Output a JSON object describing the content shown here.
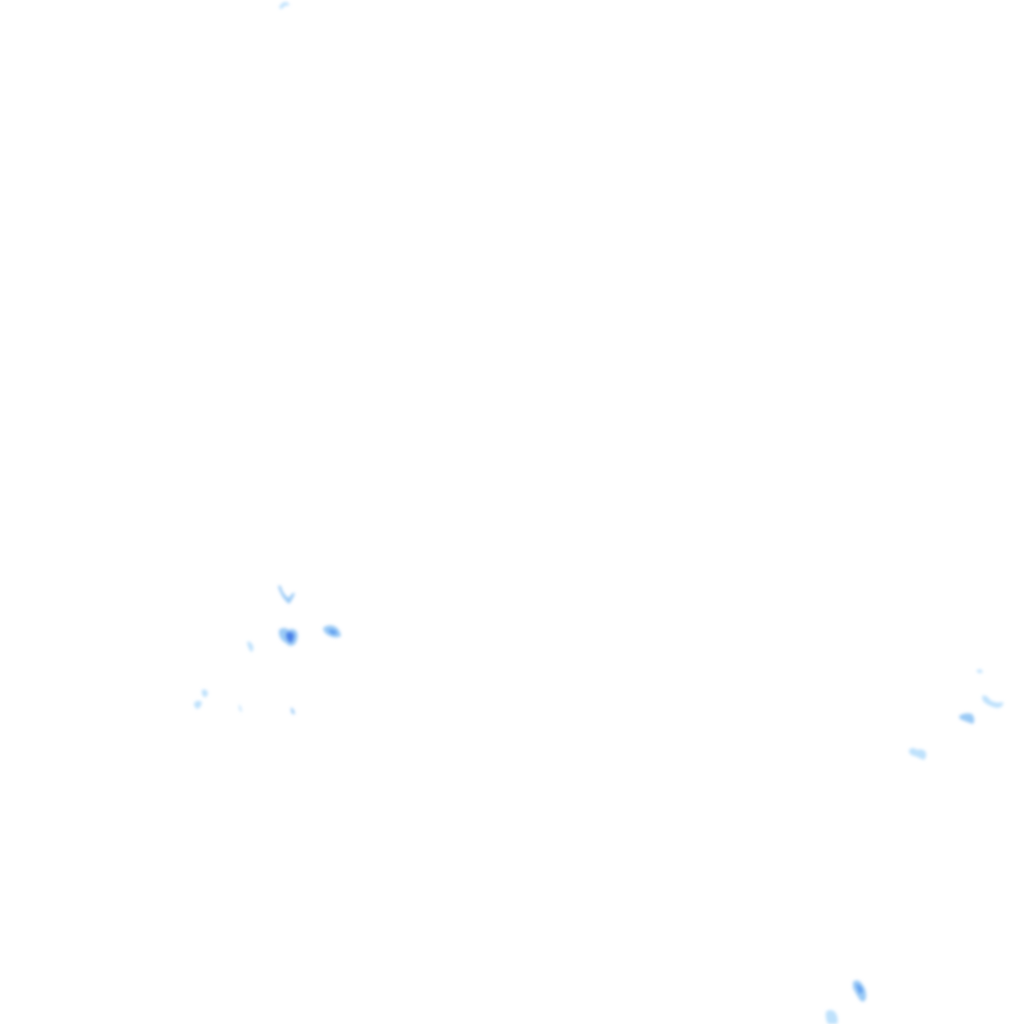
{
  "map": {
    "kind": "weather-radar-overlay-tile",
    "background_color": "#ffffff",
    "palette": {
      "light": "#b3dcfb",
      "mid": "#8fc4f5",
      "strong": "#5b9cf0",
      "core": "#3f7ae8"
    },
    "cluster_names": [
      "radar-echo-cluster-top",
      "radar-echo-cluster-west",
      "radar-echo-cluster-east",
      "radar-echo-cluster-south"
    ]
  }
}
